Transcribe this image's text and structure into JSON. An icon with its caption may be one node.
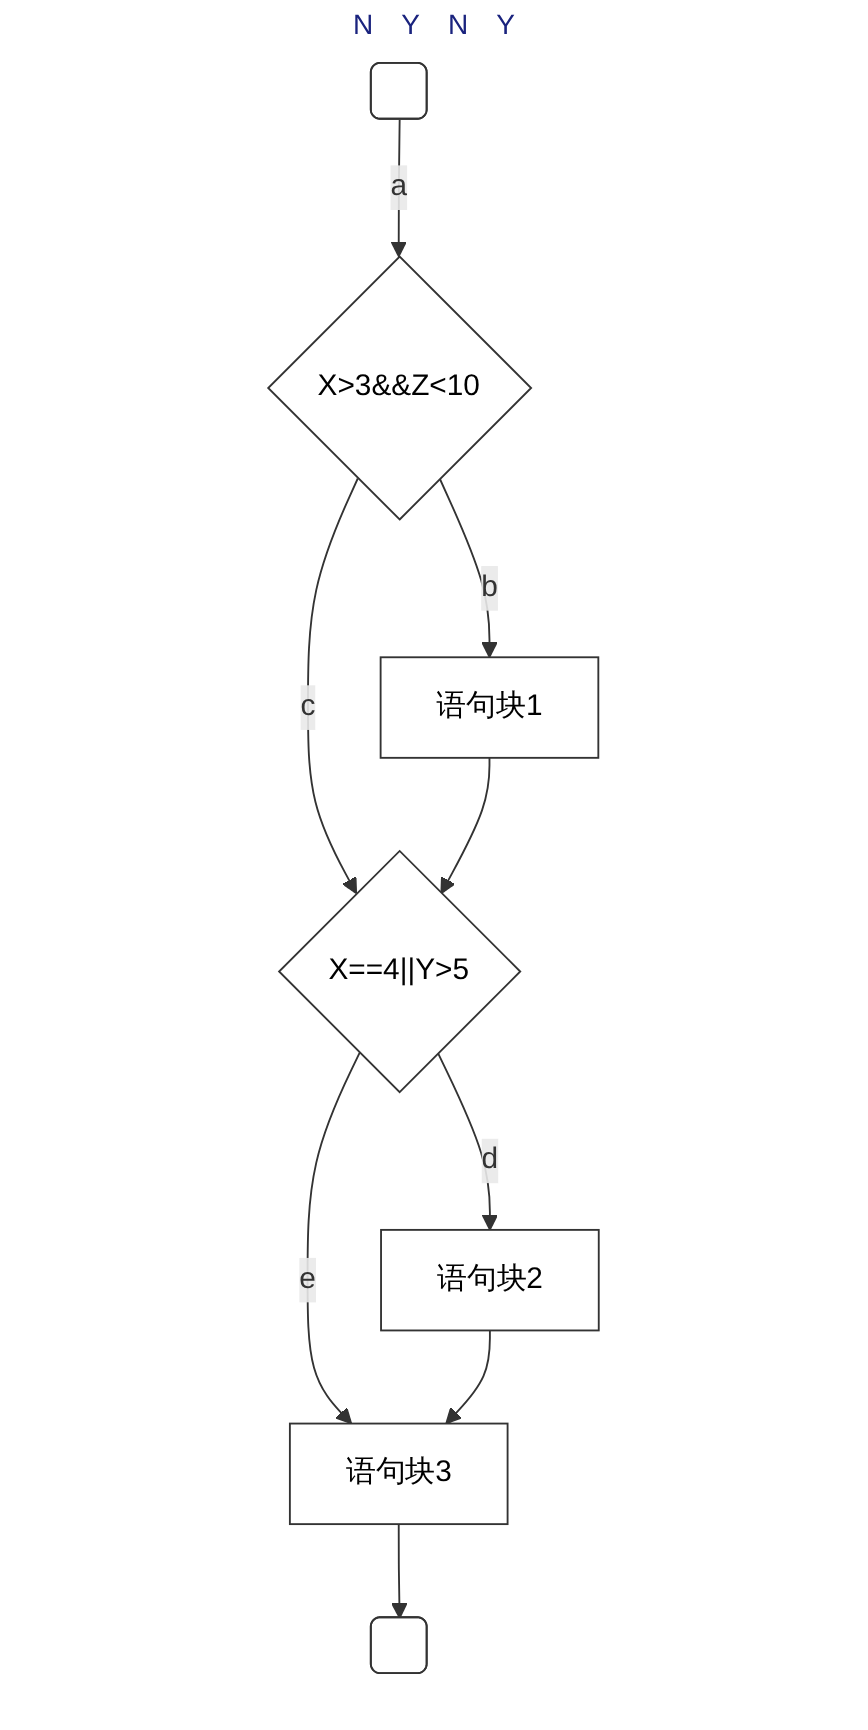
{
  "diagram": {
    "nodes": [
      {
        "text": [],
        "shape": "box"
      },
      {
        "text": [
          "X>3&&Z<10"
        ]
      },
      {
        "text": [
          "语句块1"
        ]
      },
      {
        "text": [
          "X==4||Y>5"
        ]
      },
      {
        "text": [
          "语句块2"
        ]
      },
      {
        "text": [
          "语句块3"
        ]
      },
      {
        "text": [],
        "shape": "box"
      }
    ],
    "edges": [
      {
        "from": 0,
        "to": 1,
        "arrow": "to",
        "label": "a"
      },
      {
        "from": 1,
        "to": 2,
        "arrow": "to",
        "label": "b"
      },
      {
        "from": 1,
        "to": 3,
        "arrow": "to",
        "label": "c"
      },
      {
        "from": 2,
        "to": 3,
        "arrow": "to"
      },
      {
        "from": 3,
        "to": 4,
        "arrow": "to",
        "label": "d"
      },
      {
        "from": 3,
        "to": 5,
        "arrow": "to",
        "label": "e"
      },
      {
        "from": 4,
        "to": 5,
        "arrow": "to"
      },
      {
        "from": 5,
        "to": 6,
        "arrow": "to"
      }
    ],
    "labels": [
      "N",
      "Y",
      "N",
      "Y"
    ]
  }
}
